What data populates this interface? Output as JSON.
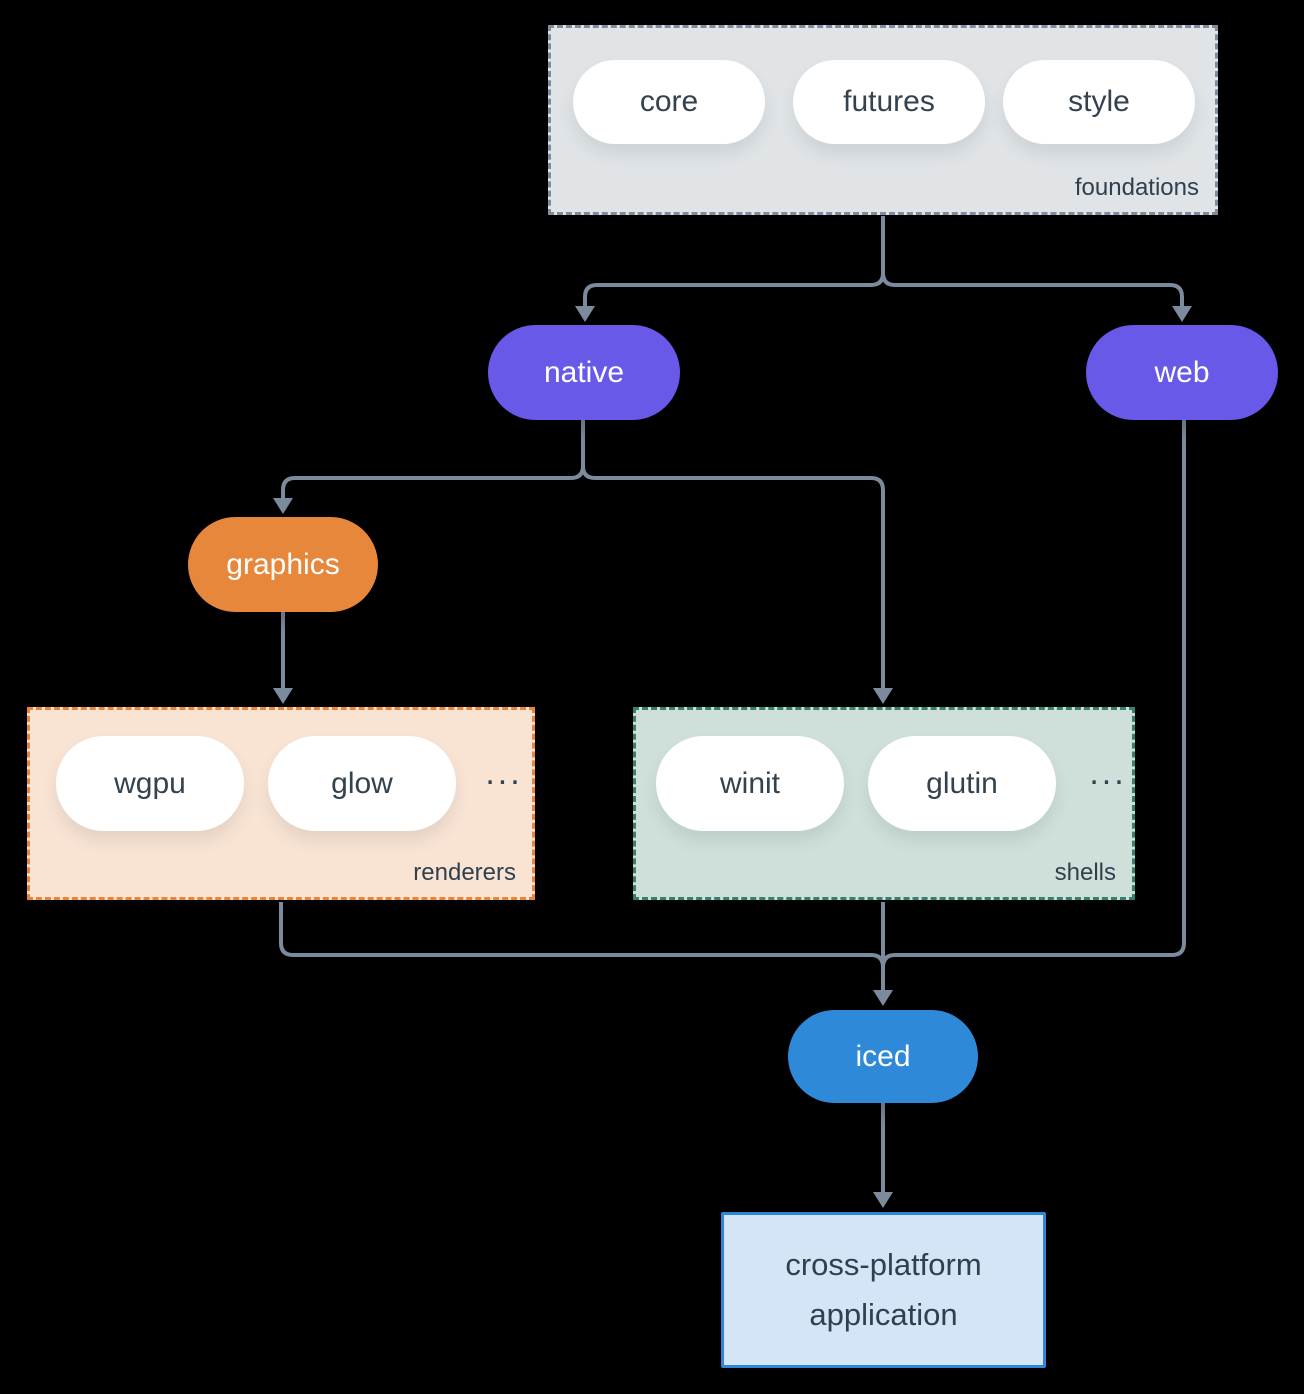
{
  "groups": {
    "foundations": {
      "label": "foundations",
      "pills": [
        "core",
        "futures",
        "style"
      ]
    },
    "renderers": {
      "label": "renderers",
      "pills": [
        "wgpu",
        "glow"
      ],
      "ellipsis": "..."
    },
    "shells": {
      "label": "shells",
      "pills": [
        "winit",
        "glutin"
      ],
      "ellipsis": "..."
    }
  },
  "nodes": {
    "native": "native",
    "web": "web",
    "graphics": "graphics",
    "iced": "iced",
    "application": "cross-platform application"
  },
  "colors": {
    "background": "#000000",
    "arrow": "#7b8a9d",
    "foundations_bg": "#e0e4e7",
    "foundations_border": "#7d8da0",
    "renderers_bg": "#f9e4d4",
    "renderers_border": "#e8853c",
    "shells_bg": "#cfe0da",
    "shells_border": "#35806e",
    "node_purple": "#6859e9",
    "node_orange": "#e6873c",
    "node_blue": "#2e89d8",
    "app_bg": "#d3e5f7",
    "app_border": "#2e86d8",
    "pill_bg": "#ffffff",
    "text_dark": "#30404d"
  }
}
